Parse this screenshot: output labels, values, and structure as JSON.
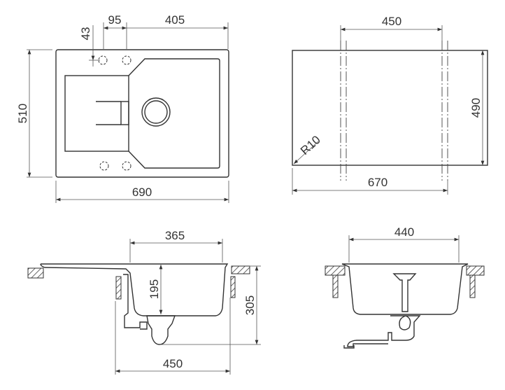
{
  "top_view": {
    "width": "690",
    "depth": "510",
    "tap_offset": "43",
    "tap_spacing": "95",
    "bowl_width": "405"
  },
  "cutout_view": {
    "cut_width": "670",
    "cut_depth": "490",
    "radius": "R10",
    "clip_spacing": "450"
  },
  "side_section": {
    "bowl_length": "365",
    "bowl_depth": "195",
    "total_depth": "305",
    "cabinet_width": "450"
  },
  "front_section": {
    "bowl_width": "440"
  }
}
